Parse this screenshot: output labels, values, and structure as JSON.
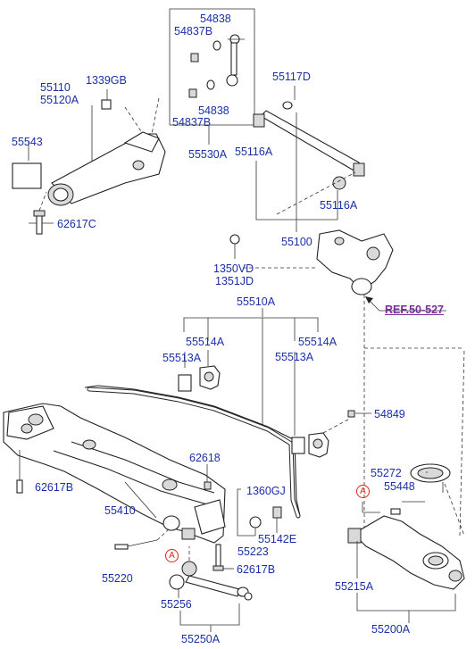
{
  "labels": {
    "p54838_a": "54838",
    "p54837b_a": "54837B",
    "p54838_b": "54838",
    "p54837b_b": "54837B",
    "p55530a": "55530A",
    "p55110": "55110",
    "p55120a": "55120A",
    "p1339gb": "1339GB",
    "p55543": "55543",
    "p62617c": "62617C",
    "p55117d": "55117D",
    "p55116a_a": "55116A",
    "p55116a_b": "55116A",
    "p55100": "55100",
    "p1350vd": "1350VD",
    "p1351jd": "1351JD",
    "ref": "REF.50-527",
    "p55510a": "55510A",
    "p55514a_a": "55514A",
    "p55513a_a": "55513A",
    "p55514a_b": "55514A",
    "p55513a_b": "55513A",
    "p54849": "54849",
    "p62618": "62618",
    "p62617b_a": "62617B",
    "p55410": "55410",
    "p1360gj": "1360GJ",
    "p55142e": "55142E",
    "p55223": "55223",
    "p55272": "55272",
    "p55448": "55448",
    "p55220": "55220",
    "p62617b_b": "62617B",
    "p55256": "55256",
    "p55215a": "55215A",
    "p55250a": "55250A",
    "p55200a": "55200A",
    "marker_a1": "A",
    "marker_a2": "A"
  },
  "colors": {
    "label": "#1a2fa8",
    "reference": "#7a2a9a",
    "marker": "#e02020"
  }
}
